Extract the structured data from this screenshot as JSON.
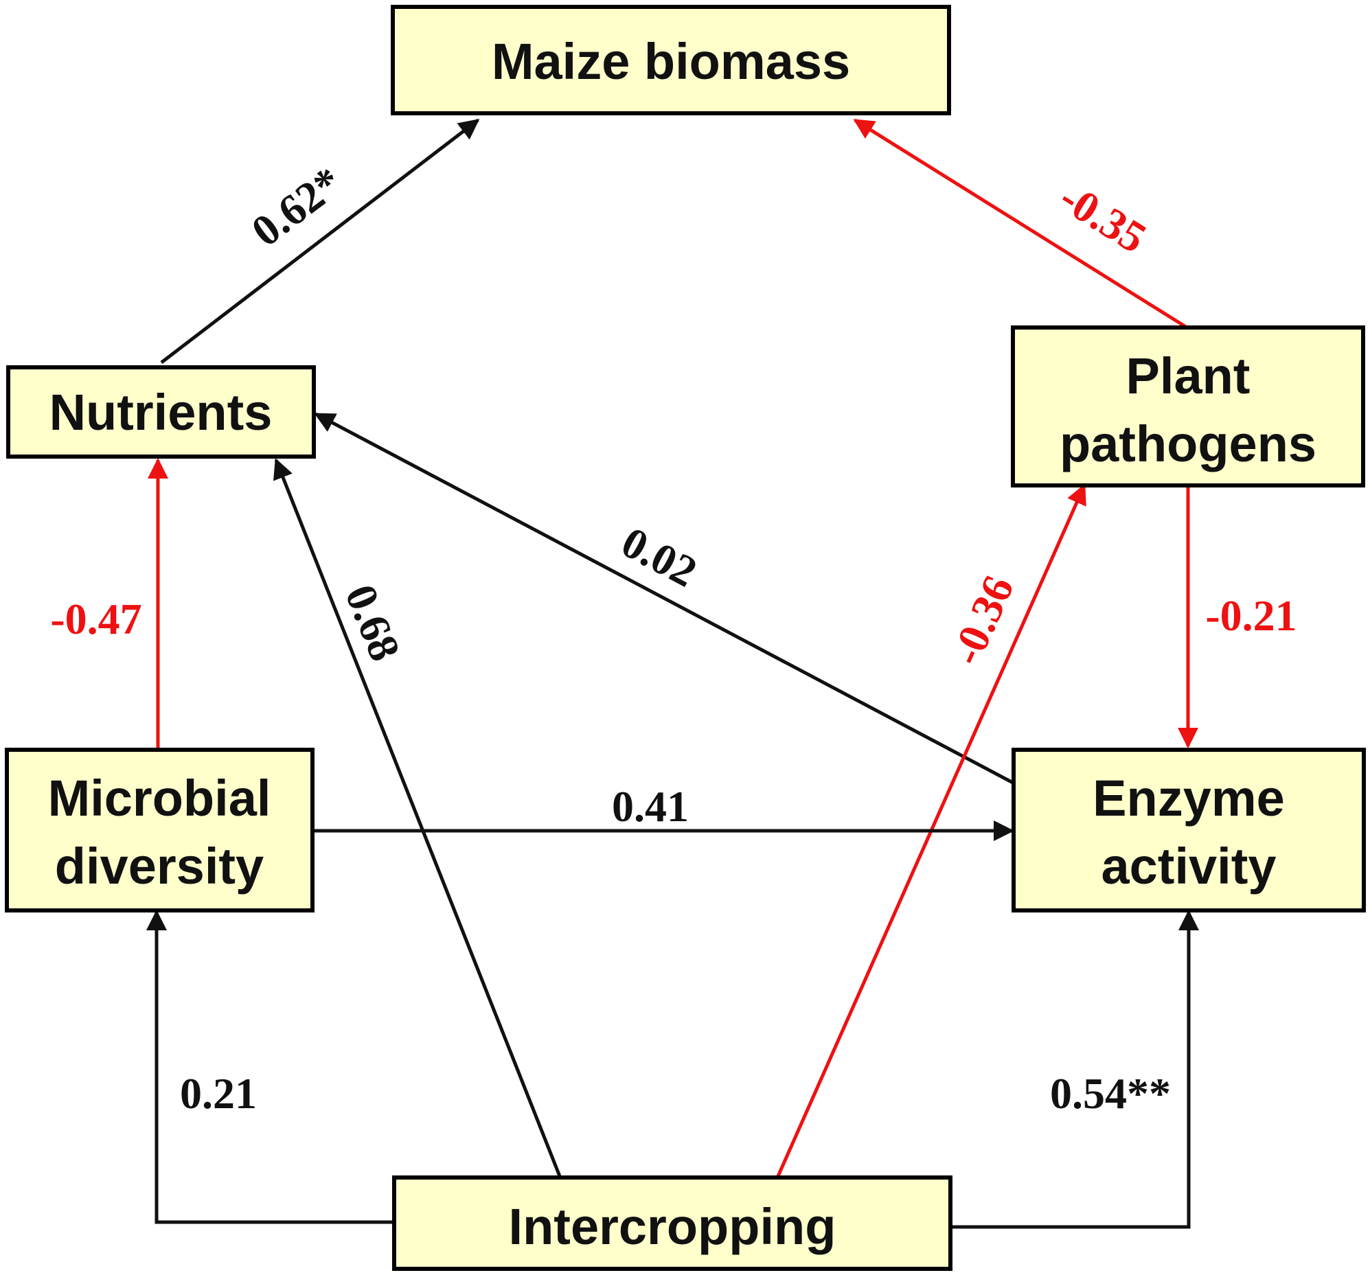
{
  "colors": {
    "positive": "#111111",
    "negative": "#ee1111",
    "node_fill": "#ffffcc"
  },
  "nodes": {
    "maize_biomass": {
      "lines": [
        "Maize biomass"
      ]
    },
    "nutrients": {
      "lines": [
        "Nutrients"
      ]
    },
    "plant_pathogens": {
      "lines": [
        "Plant",
        "pathogens"
      ]
    },
    "microbial_diversity": {
      "lines": [
        "Microbial",
        "diversity"
      ]
    },
    "enzyme_activity": {
      "lines": [
        "Enzyme",
        "activity"
      ]
    },
    "intercropping": {
      "lines": [
        "Intercropping"
      ]
    }
  },
  "edges": [
    {
      "from": "nutrients",
      "to": "maize_biomass",
      "label": "0.62*",
      "sign": "positive"
    },
    {
      "from": "plant_pathogens",
      "to": "maize_biomass",
      "label": "-0.35",
      "sign": "negative"
    },
    {
      "from": "microbial_diversity",
      "to": "nutrients",
      "label": "-0.47",
      "sign": "negative"
    },
    {
      "from": "intercropping",
      "to": "nutrients",
      "label": "0.68",
      "sign": "positive"
    },
    {
      "from": "enzyme_activity",
      "to": "nutrients",
      "label": "0.02",
      "sign": "positive"
    },
    {
      "from": "intercropping",
      "to": "plant_pathogens",
      "label": "-0.36",
      "sign": "negative"
    },
    {
      "from": "plant_pathogens",
      "to": "enzyme_activity",
      "label": "-0.21",
      "sign": "negative"
    },
    {
      "from": "microbial_diversity",
      "to": "enzyme_activity",
      "label": "0.41",
      "sign": "positive"
    },
    {
      "from": "intercropping",
      "to": "microbial_diversity",
      "label": "0.21",
      "sign": "positive"
    },
    {
      "from": "intercropping",
      "to": "enzyme_activity",
      "label": "0.54**",
      "sign": "positive"
    }
  ]
}
